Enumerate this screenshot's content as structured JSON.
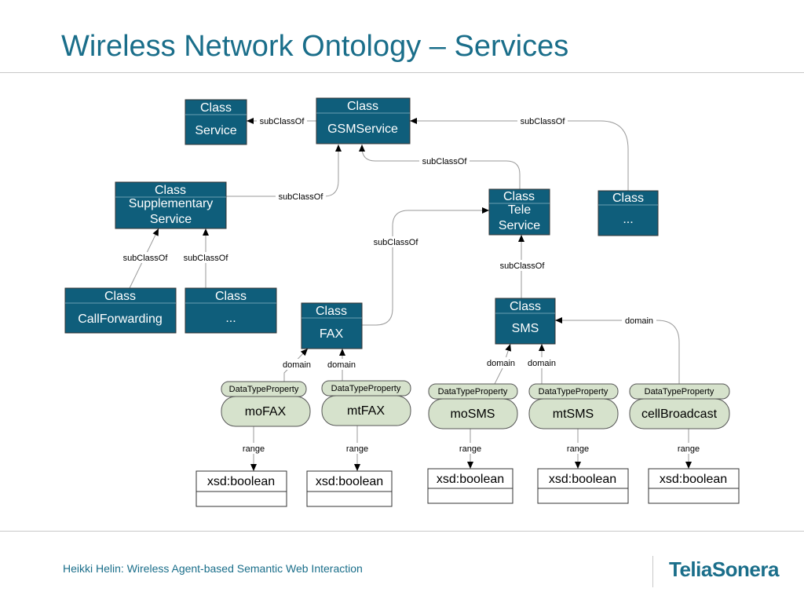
{
  "slide_title": "Wireless Network Ontology – Services",
  "classes": {
    "service": {
      "header": "Class",
      "name": "Service"
    },
    "gsmservice": {
      "header": "Class",
      "name": "GSMService"
    },
    "supplementary": {
      "header": "Class",
      "name": "Supplementary Service"
    },
    "teleservice": {
      "header": "Class",
      "name": "Tele Service"
    },
    "more_gsm": {
      "header": "Class",
      "name": "..."
    },
    "callforwarding": {
      "header": "Class",
      "name": "CallForwarding"
    },
    "more_supp": {
      "header": "Class",
      "name": "..."
    },
    "fax": {
      "header": "Class",
      "name": "FAX"
    },
    "sms": {
      "header": "Class",
      "name": "SMS"
    }
  },
  "properties": {
    "mofax": {
      "type": "DataTypeProperty",
      "name": "moFAX",
      "range": "xsd:boolean"
    },
    "mtfax": {
      "type": "DataTypeProperty",
      "name": "mtFAX",
      "range": "xsd:boolean"
    },
    "mosms": {
      "type": "DataTypeProperty",
      "name": "moSMS",
      "range": "xsd:boolean"
    },
    "mtsms": {
      "type": "DataTypeProperty",
      "name": "mtSMS",
      "range": "xsd:boolean"
    },
    "cellbroadcast": {
      "type": "DataTypeProperty",
      "name": "cellBroadcast",
      "range": "xsd:boolean"
    }
  },
  "edge_labels": {
    "subclassof": "subClassOf",
    "domain": "domain",
    "range": "range"
  },
  "footer": {
    "text": "Heikki Helin: Wireless Agent-based Semantic Web Interaction",
    "logo": "TeliaSonera"
  },
  "colors": {
    "class_fill": "#0f5e7b",
    "property_fill": "#d6e2cc",
    "title": "#1a6e8a"
  }
}
